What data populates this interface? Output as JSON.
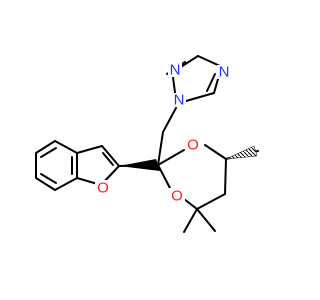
{
  "molecule": {
    "atoms": {
      "n_triazole_1": "N",
      "n_triazole_2": "N",
      "n_triazole_4": "N",
      "o_dioxane_1": "O",
      "o_dioxane_2": "O",
      "o_benzofuran": "O"
    },
    "colors": {
      "bond": "#000000",
      "nitrogen": "#1f35ff",
      "oxygen": "#ff1f1f",
      "background": "#ffffff"
    }
  }
}
